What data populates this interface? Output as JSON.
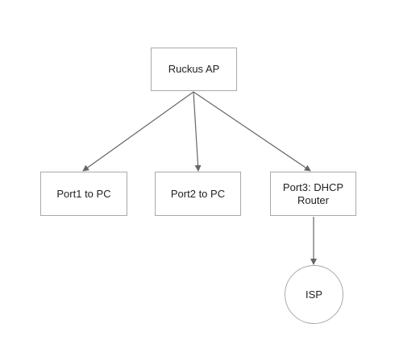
{
  "diagram": {
    "nodes": {
      "ap": {
        "label": "Ruckus AP"
      },
      "port1": {
        "label": "Port1 to PC"
      },
      "port2": {
        "label": "Port2 to PC"
      },
      "port3": {
        "label": "Port3: DHCP\nRouter"
      },
      "isp": {
        "label": "ISP"
      }
    },
    "edges": [
      {
        "from": "Ruckus AP",
        "to": "Port1 to PC"
      },
      {
        "from": "Ruckus AP",
        "to": "Port2 to PC"
      },
      {
        "from": "Ruckus AP",
        "to": "Port3: DHCP Router"
      },
      {
        "from": "Port3: DHCP Router",
        "to": "ISP"
      }
    ],
    "colors": {
      "line": "#666666",
      "border": "#a9a9a9",
      "text": "#222222"
    }
  }
}
